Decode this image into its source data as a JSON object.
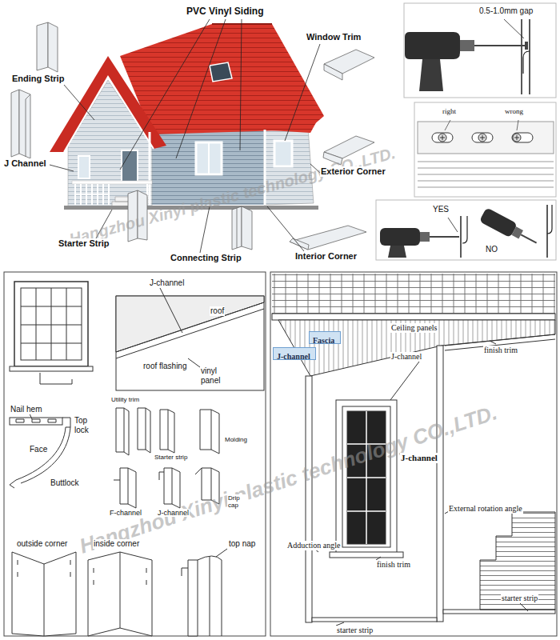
{
  "diagram": {
    "nodes": [
      {
        "text": [
          "Fascia"
        ]
      },
      {
        "text": [
          "J-channel"
        ]
      }
    ],
    "labels": [
      "PVC Vinyl Siding",
      "Window Trim",
      "Ending Strip",
      "J Channel",
      "Exterior Corner",
      "Starter Strip",
      "Connecting Strip",
      "Interior Corner",
      "0.5-1.0mm gap",
      "right",
      "wrong",
      "YES",
      "NO",
      "J-channel",
      "roof",
      "roof flashing",
      "vinyl panel",
      "Nail hem",
      "Top lock",
      "Face",
      "Buttlock",
      "Utility trim",
      "Starter strip",
      "Molding",
      "F-channel",
      "J-channel",
      "Drip cap",
      "outside corner",
      "inside corner",
      "top nap",
      "Ceiling panels",
      "J-channel",
      "finish trim",
      "J-channel",
      "External rotation angle",
      "Adduction angle",
      "finish trim",
      "starter strip",
      "starter strip",
      "Hangzhou Xinyi plastic technology CO.,LTD.",
      "Hangzhou Xinyi plastic technology CO.,LTD."
    ]
  }
}
